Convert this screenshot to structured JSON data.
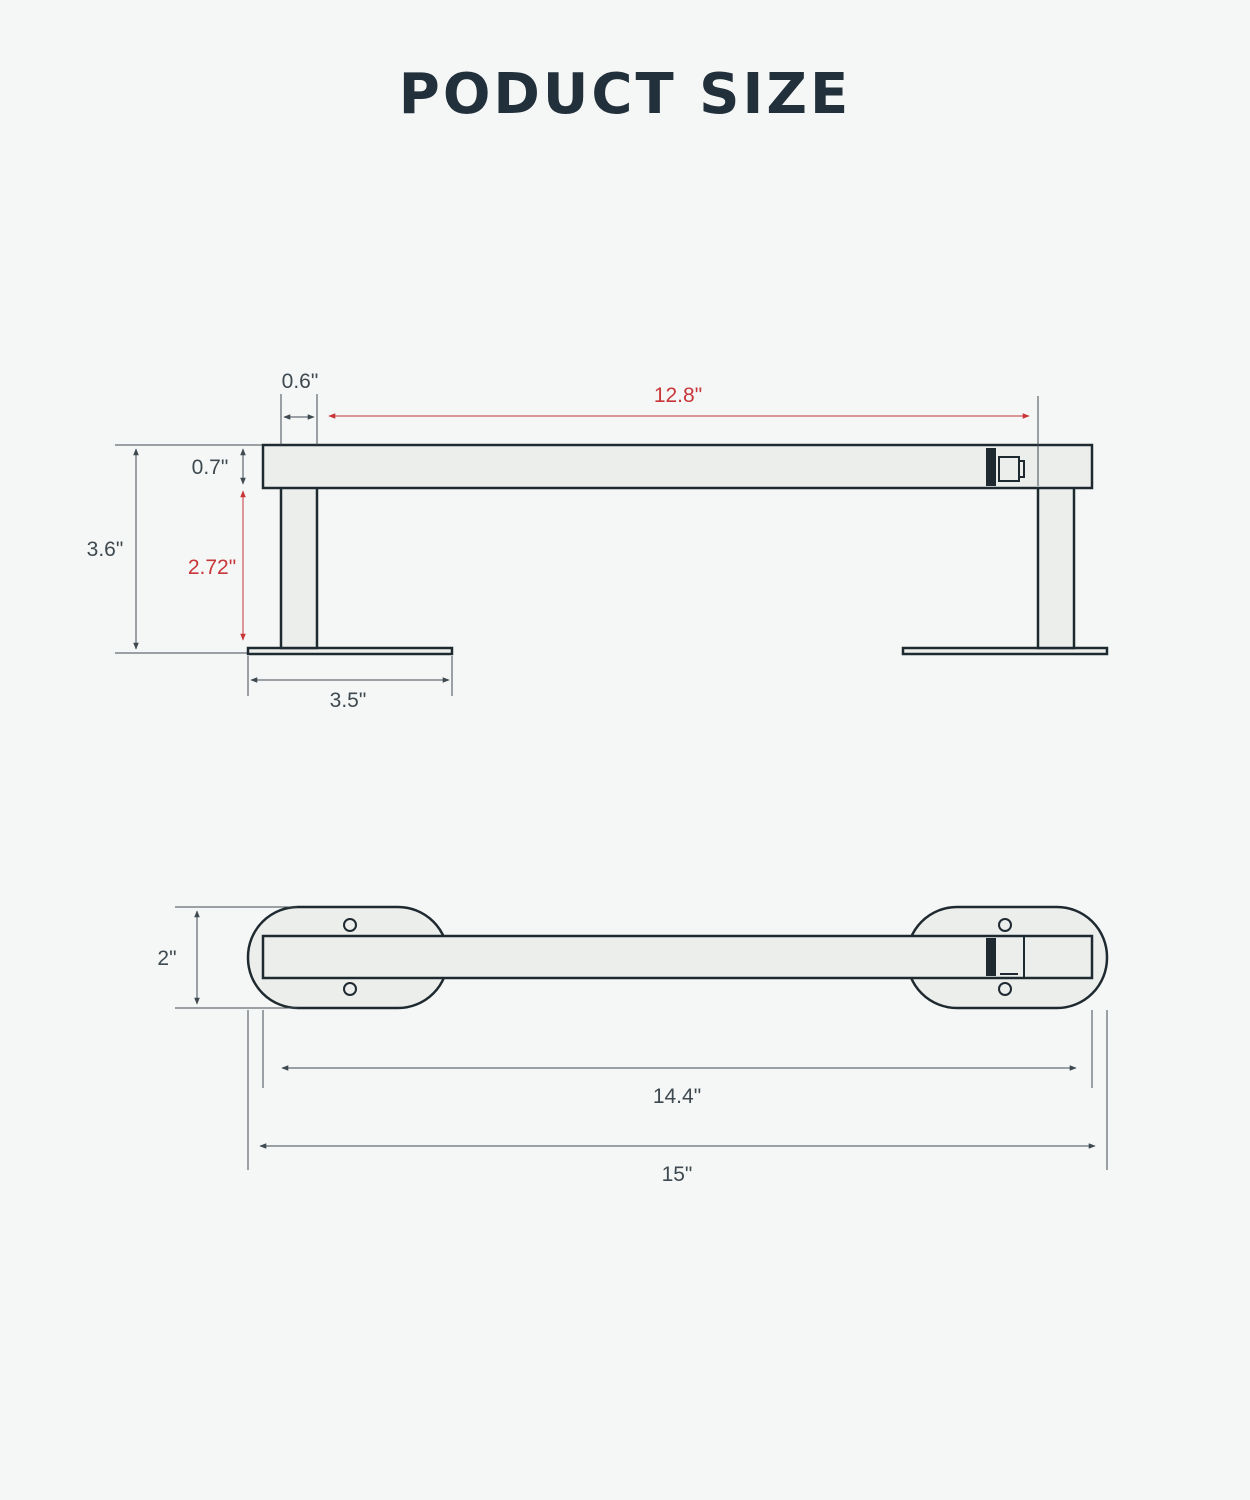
{
  "title": "PODUCT SIZE",
  "colors": {
    "background": "#f5f7f6",
    "title": "#22303b",
    "line": "#1f2a30",
    "body_fill": "#eceeec",
    "dimension_grey": "#3e4a50",
    "dimension_red": "#c8363a"
  },
  "side_view": {
    "dimensions": {
      "post_width": "0.6\"",
      "bar_length": "12.8\"",
      "bar_thickness": "0.7\"",
      "total_height": "3.6\"",
      "clearance": "2.72\"",
      "base_length": "3.5\""
    }
  },
  "top_view": {
    "dimensions": {
      "base_width": "2\"",
      "bar_length": "14.4\"",
      "overall_length": "15\""
    }
  }
}
